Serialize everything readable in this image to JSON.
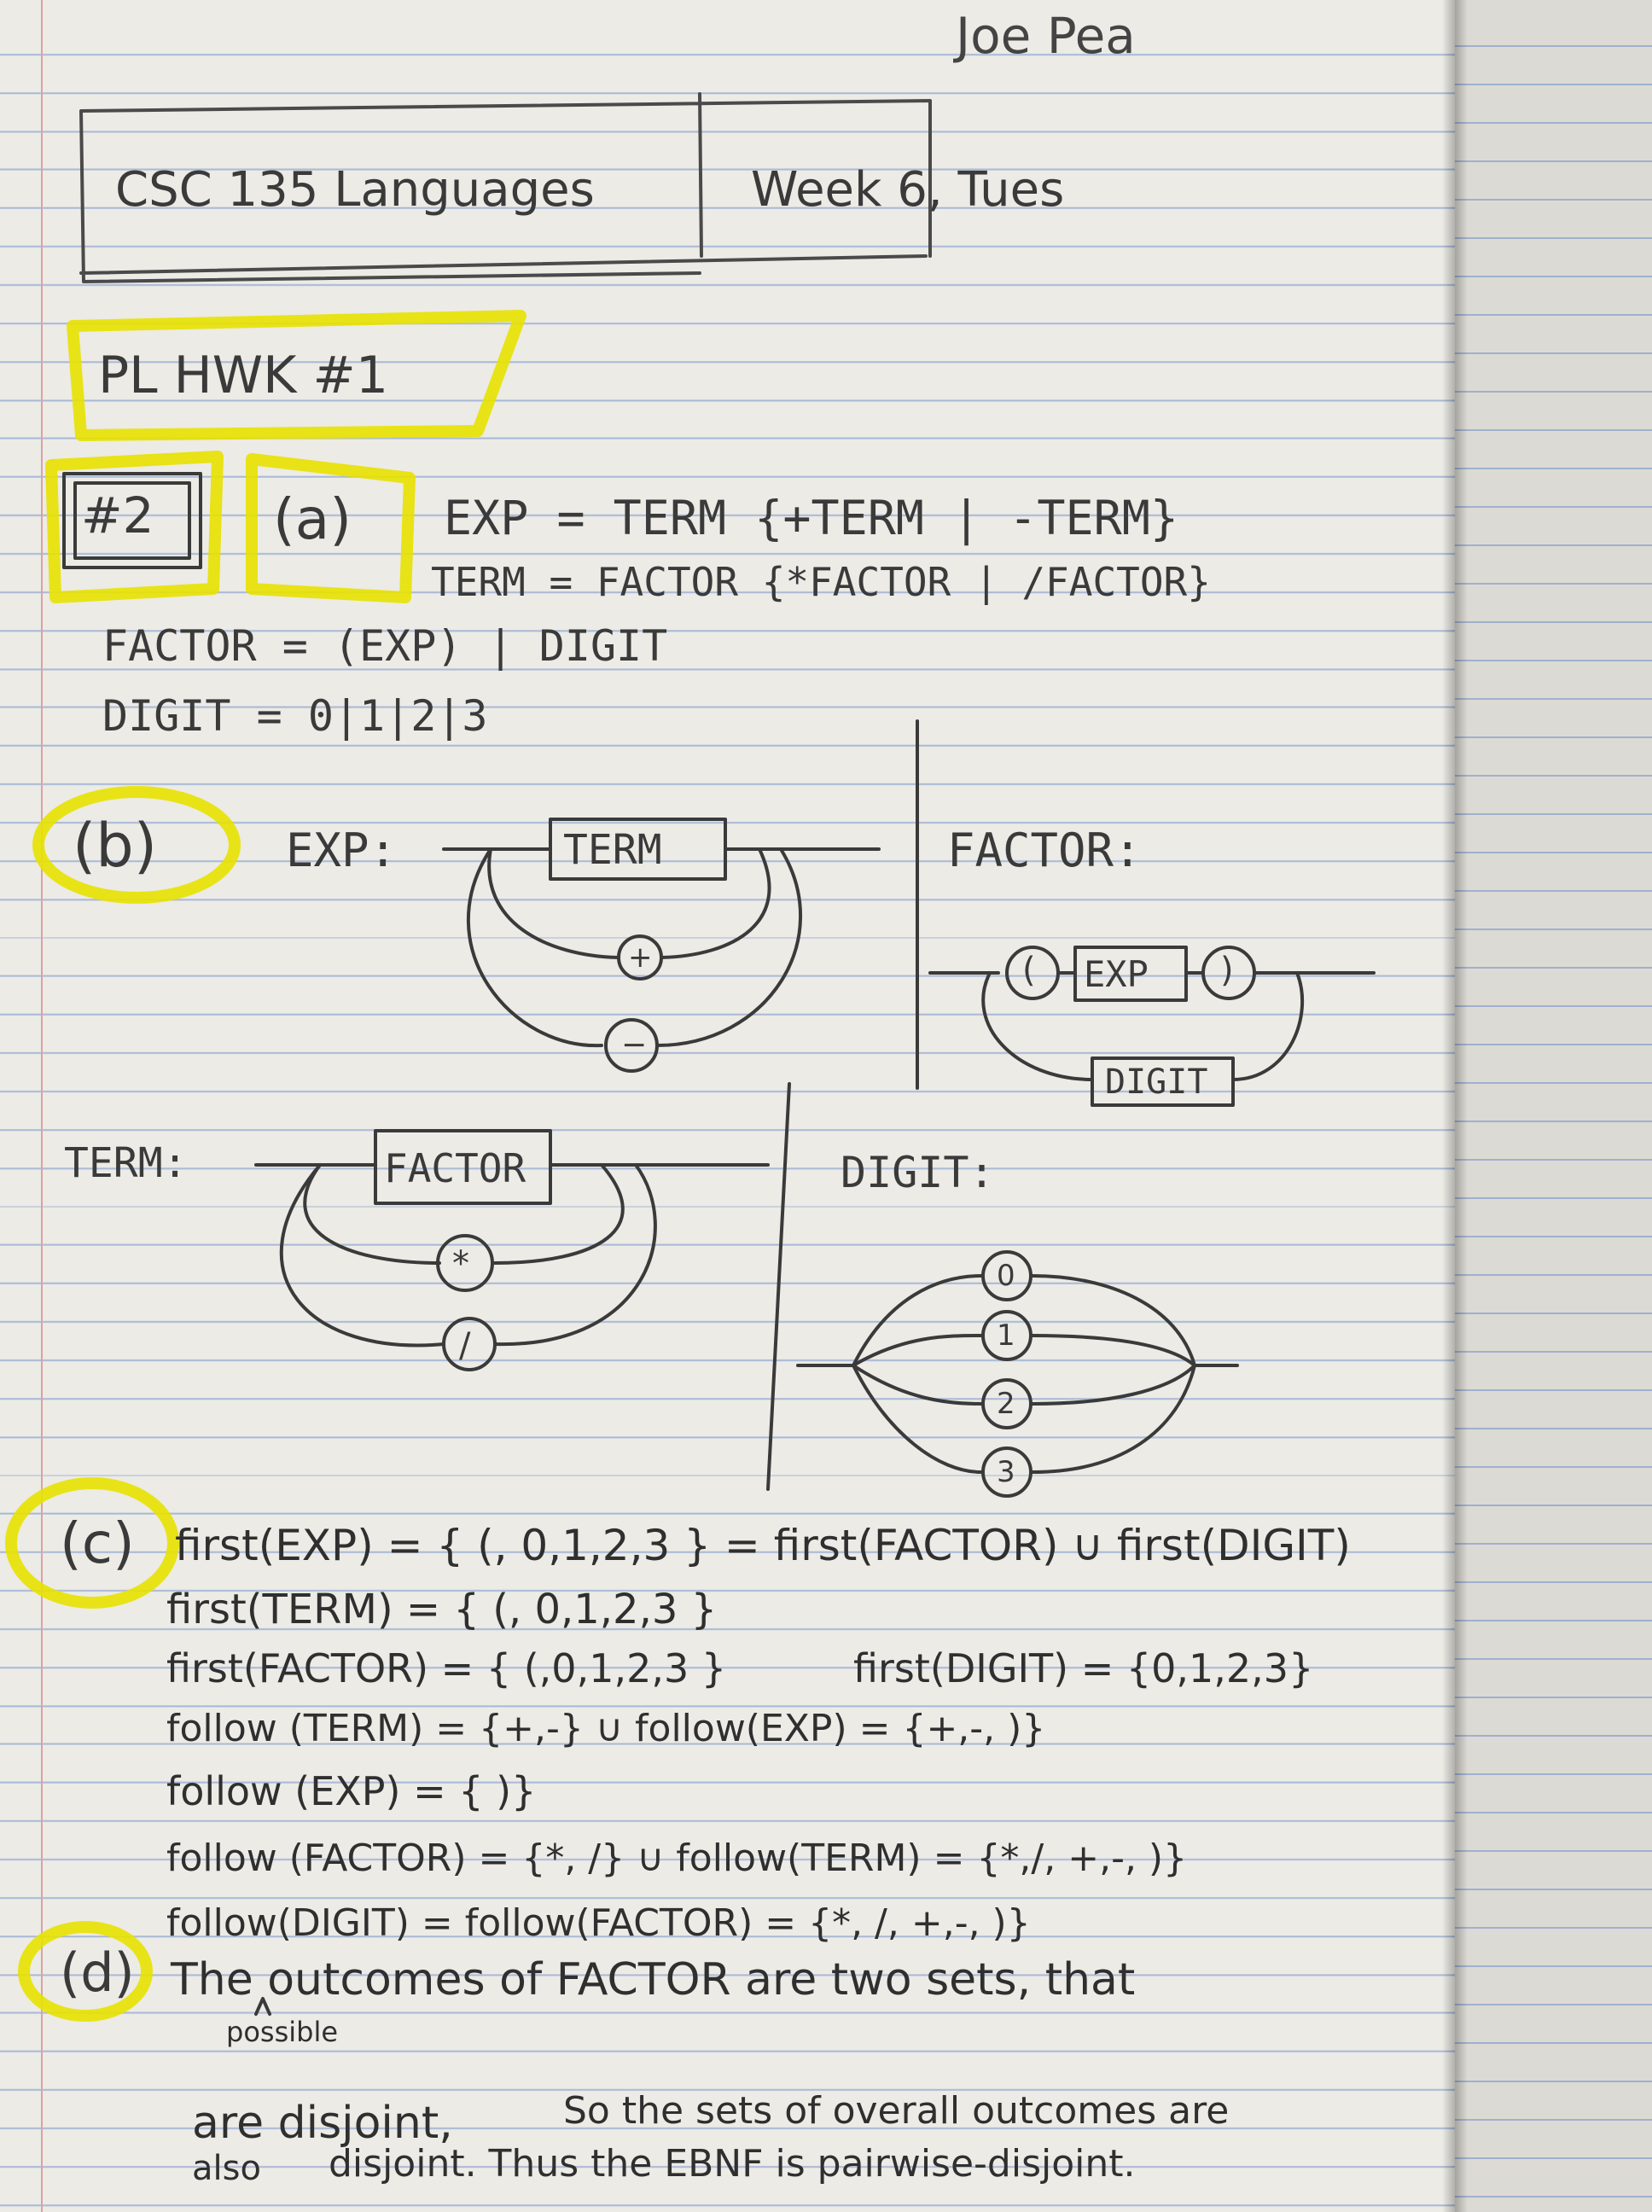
{
  "author": "Joe Pea",
  "header": {
    "course": "CSC 135 Languages",
    "date": "Week 6, Tues"
  },
  "assignment": "PL HWK #1",
  "problem_number": "#2",
  "part_a": {
    "label": "(a)",
    "lines": [
      "EXP = TERM {+TERM | -TERM}",
      "TERM = FACTOR {*FACTOR | /FACTOR}",
      "FACTOR = (EXP) | DIGIT",
      "DIGIT = 0|1|2|3"
    ]
  },
  "part_b": {
    "label": "(b)",
    "exp": {
      "name": "EXP:",
      "box": "TERM",
      "ops": [
        "+",
        "−"
      ]
    },
    "factor": {
      "name": "FACTOR:",
      "open": "(",
      "box": "EXP",
      "close": ")",
      "alt": "DIGIT"
    },
    "term": {
      "name": "TERM:",
      "box": "FACTOR",
      "ops": [
        "*",
        "/"
      ]
    },
    "digit": {
      "name": "DIGIT:",
      "ops": [
        "0",
        "1",
        "2",
        "3"
      ]
    }
  },
  "part_c": {
    "label": "(c)",
    "lines": [
      "first(EXP) = { (, 0,1,2,3 } = first(FACTOR) ∪ first(DIGIT)",
      "first(TERM) = { (, 0,1,2,3 }",
      "first(FACTOR) = { (,0,1,2,3 }",
      "follow (TERM) = {+,-} ∪ follow(EXP) = {+,-, )}",
      "follow (EXP) = { )}",
      "follow (FACTOR) = {*, /} ∪ follow(TERM) = {*,/, +,-, )}",
      "follow(DIGIT) = follow(FACTOR) = {*, /, +,-, )}"
    ],
    "first_digit": "first(DIGIT) = {0,1,2,3}"
  },
  "part_d": {
    "label": "(d)",
    "line1": "The outcomes of FACTOR are two sets, that",
    "insert": "possible",
    "line2a": "are disjoint,",
    "line2b": "So the sets of overall outcomes are",
    "line3a": "also",
    "line3b": "disjoint. Thus the EBNF is pairwise-disjoint."
  },
  "colors": {
    "ink": "#3a3a3a",
    "highlighter": "#e8e200",
    "paper": "#ecebe6",
    "rule": "#a9b9d6"
  }
}
